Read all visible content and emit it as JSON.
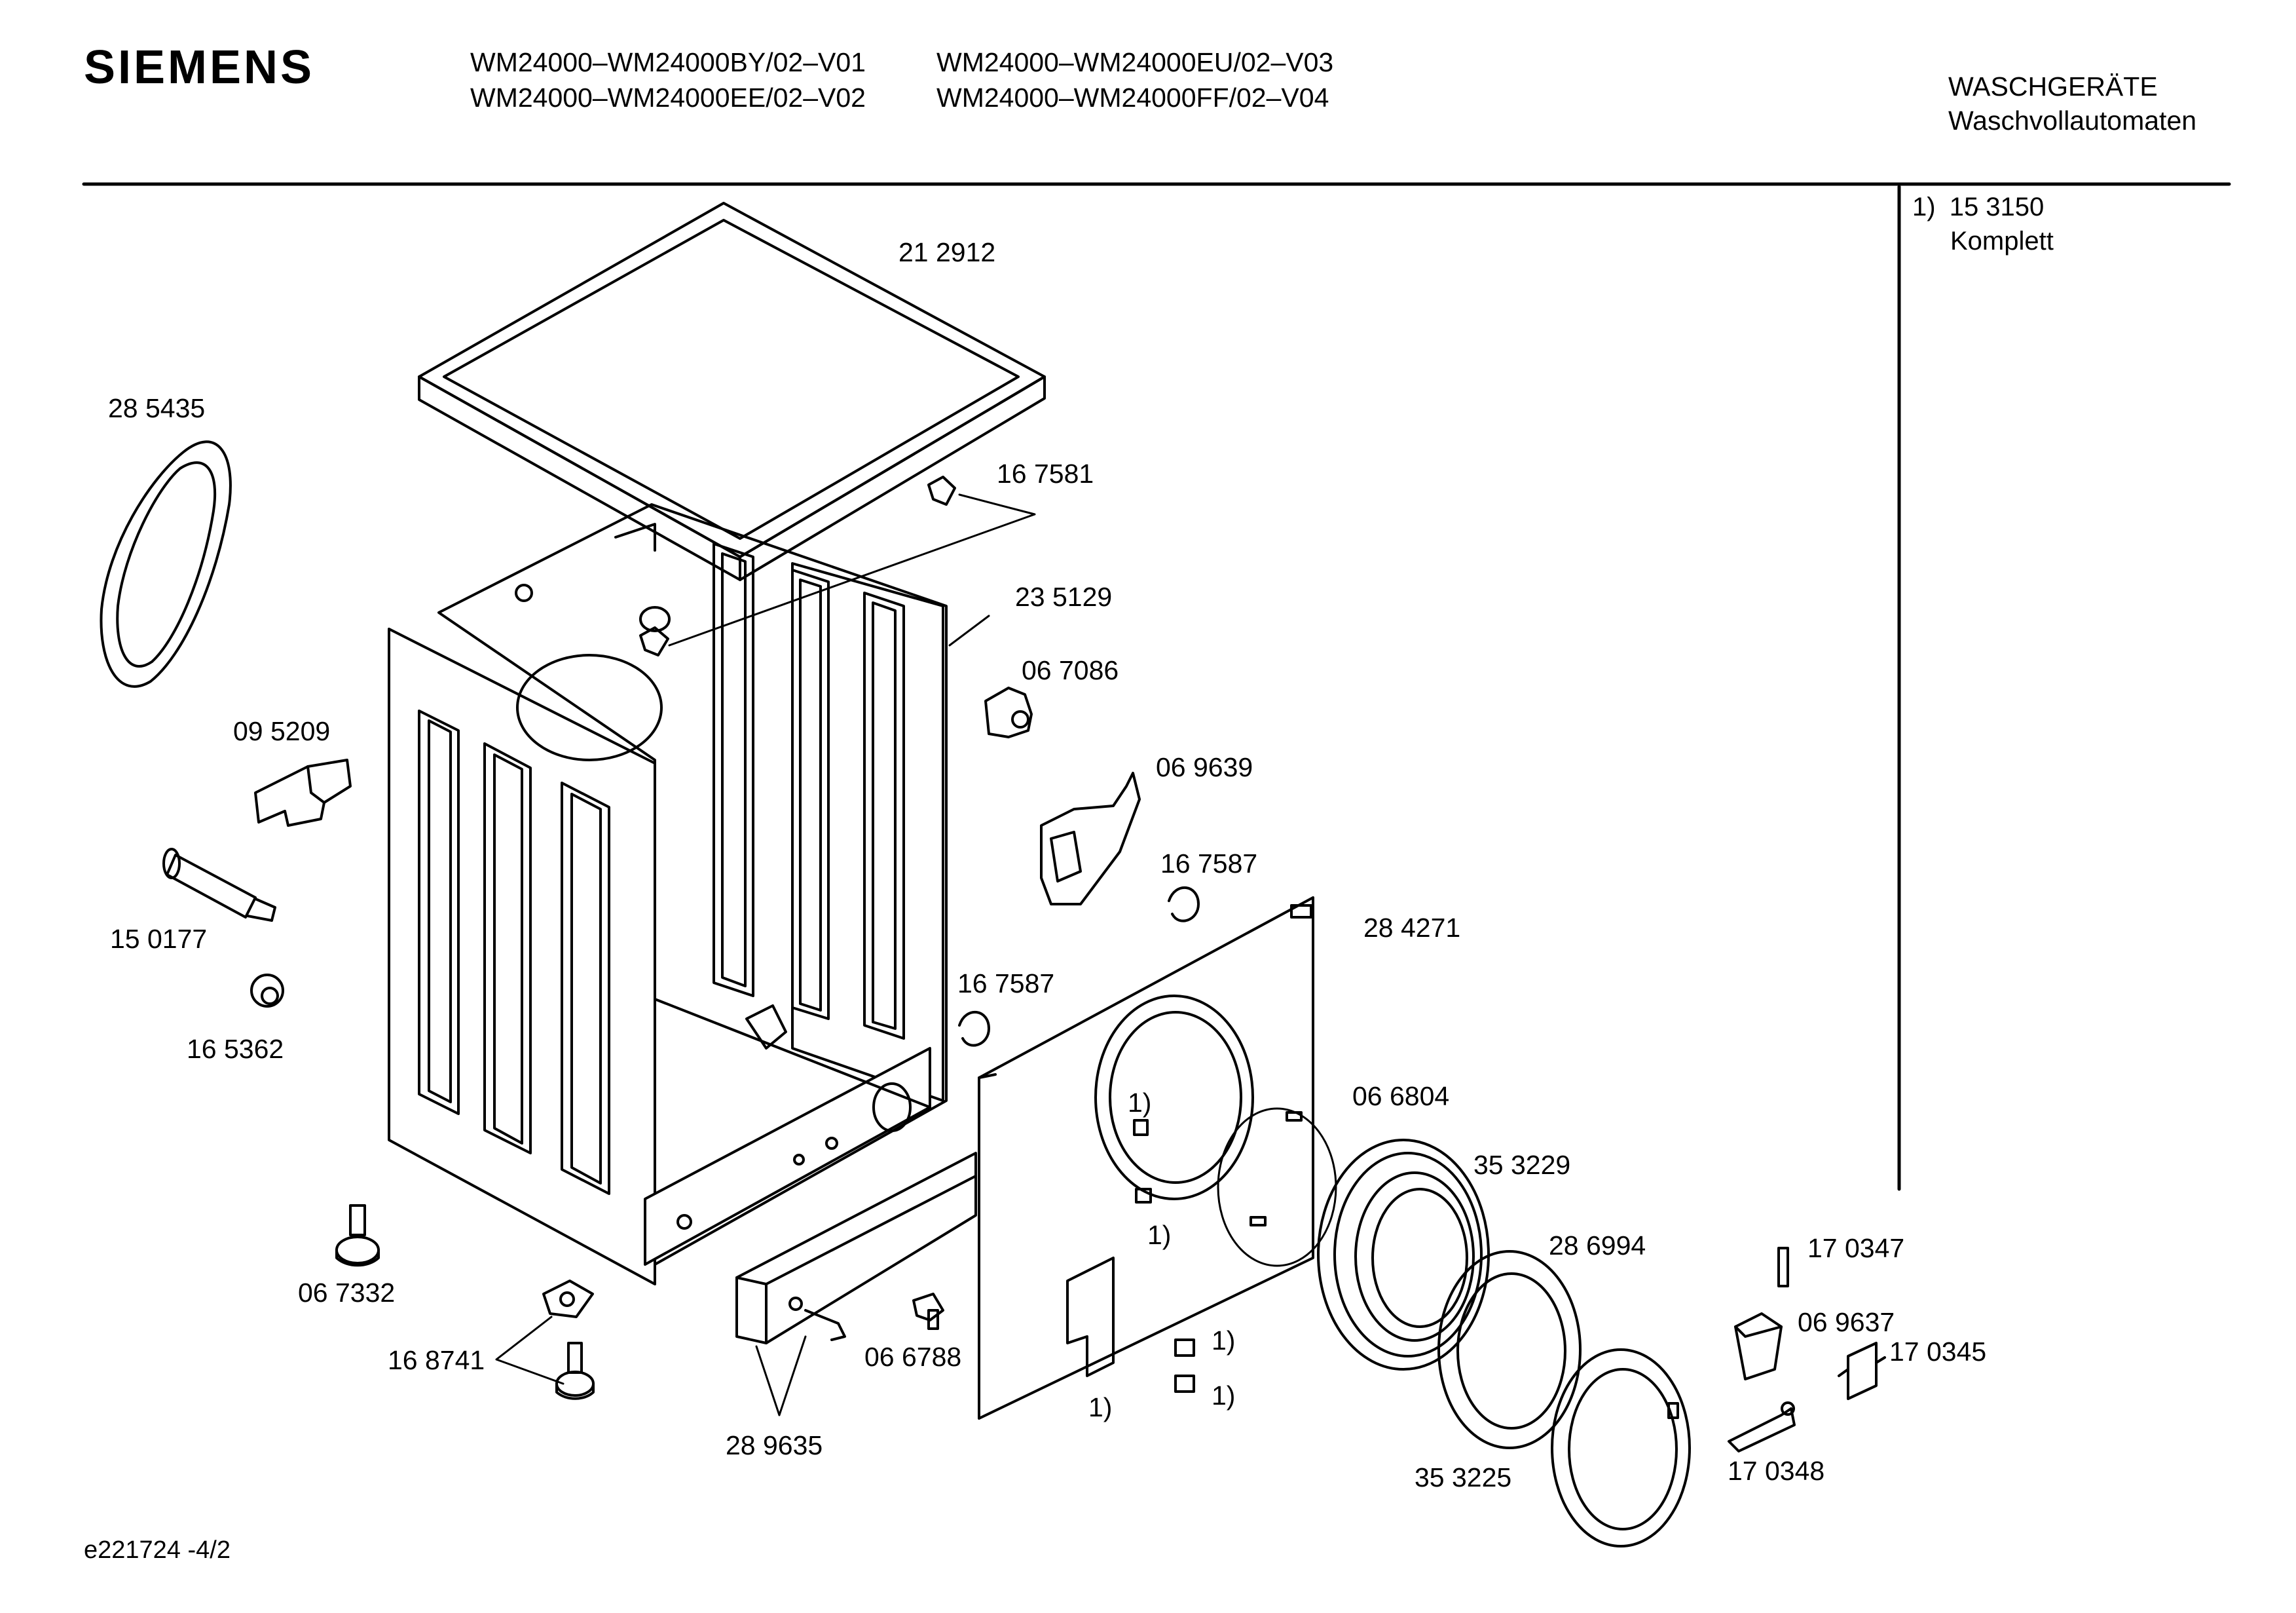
{
  "header": {
    "brand": "SIEMENS",
    "models": [
      "WM24000–WM24000BY/02–V01",
      "WM24000–WM24000EU/02–V03",
      "WM24000–WM24000EE/02–V02",
      "WM24000–WM24000FF/02–V04"
    ],
    "category_line1": "WASCHGERÄTE",
    "category_line2": "Waschvollautomaten"
  },
  "note": {
    "marker": "1)",
    "part": "15 3150",
    "text": "Komplett"
  },
  "parts": {
    "p212912": "21 2912",
    "p285435": "28 5435",
    "p167581": "16 7581",
    "p235129": "23 5129",
    "p067086": "06 7086",
    "p095209": "09 5209",
    "p069639": "06 9639",
    "p167587a": "16 7587",
    "p150177": "15 0177",
    "p284271": "28 4271",
    "p167587b": "16 7587",
    "p165362": "16 5362",
    "p066804": "06 6804",
    "p353229": "35 3229",
    "p286994": "28 6994",
    "p170347": "17 0347",
    "p067332": "06 7332",
    "p069637": "06 9637",
    "p170345": "17 0345",
    "p168741": "16 8741",
    "p066788": "06 6788",
    "p289635": "28 9635",
    "p353225": "35 3225",
    "p170348": "17 0348"
  },
  "footnote_refs": [
    "1)",
    "1)",
    "1)",
    "1)",
    "1)"
  ],
  "footer": {
    "doc_id": "e221724  -4/2"
  }
}
